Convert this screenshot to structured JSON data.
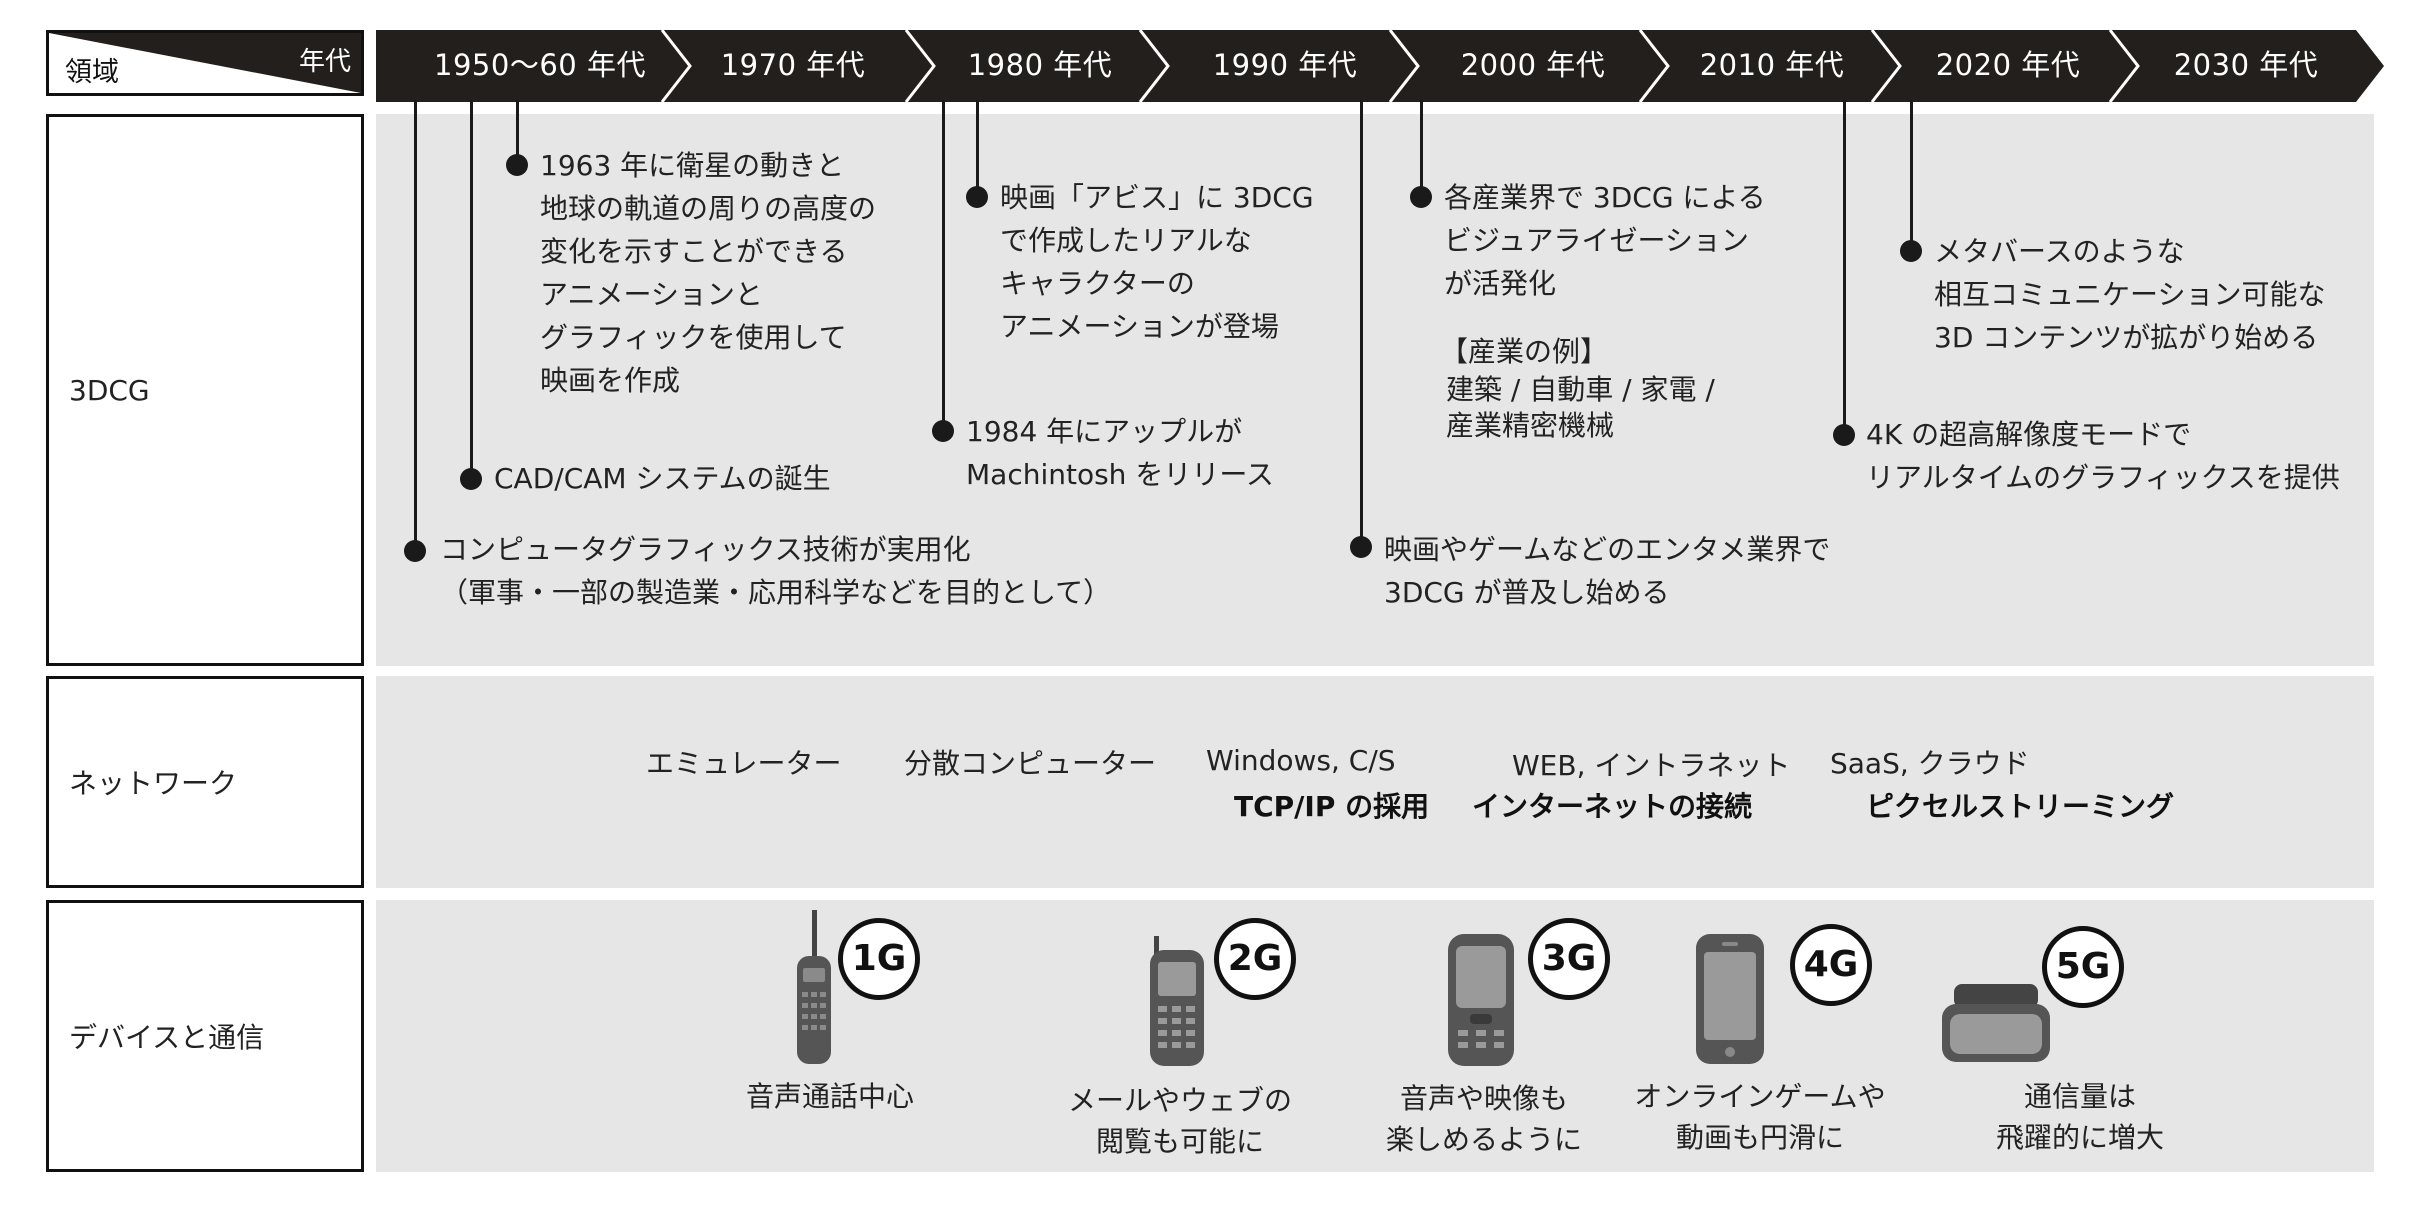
{
  "header": {
    "corner_top": "年代",
    "corner_bottom": "領域",
    "eras": [
      "1950〜60 年代",
      "1970 年代",
      "1980 年代",
      "1990 年代",
      "2000 年代",
      "2010 年代",
      "2020 年代",
      "2030 年代"
    ]
  },
  "rows": {
    "cg": "3DCG",
    "network": "ネットワーク",
    "device": "デバイスと通信"
  },
  "events": {
    "e1963": "1963 年に衛星の動きと\n地球の軌道の周りの高度の\n変化を示すことができる\nアニメーションと\nグラフィックを使用して\n映画を作成",
    "cadcam": "CAD/CAM システムの誕生",
    "cg_practical": "コンピュータグラフィックス技術が実用化\n（軍事・一部の製造業・応用科学などを目的として）",
    "abyss": "映画「アビス」に 3DCG\nで作成したリアルな\nキャラクターの\nアニメーションが登場",
    "apple": "1984 年にアップルが\nMachintosh をリリース",
    "entertainment": "映画やゲームなどのエンタメ業界で\n3DCG が普及し始める",
    "industry": "各産業界で 3DCG による\nビジュアライゼーション\nが活発化",
    "industry_example_title": "【産業の例】",
    "industry_example_body": "建築 / 自動車 / 家電 /\n産業精密機械",
    "metaverse": "メタバースのような\n相互コミュニケーション可能な\n3D コンテンツが拡がり始める",
    "fourk": "4K の超高解像度モードで\nリアルタイムのグラフィックスを提供"
  },
  "network": {
    "emulator": "エミュレーター",
    "distributed": "分散コンピューター",
    "windows": "Windows, C/S",
    "web": "WEB, イントラネット",
    "saas": "SaaS, クラウド",
    "tcpip": "TCP/IP の採用",
    "internet": "インターネットの接続",
    "pixel": "ピクセルストリーミング"
  },
  "devices": [
    {
      "gen": "1G",
      "caption": "音声通話中心"
    },
    {
      "gen": "2G",
      "caption": "メールやウェブの\n閲覧も可能に"
    },
    {
      "gen": "3G",
      "caption": "音声や映像も\n楽しめるように"
    },
    {
      "gen": "4G",
      "caption": "オンラインゲームや\n動画も円滑に"
    },
    {
      "gen": "5G",
      "caption": "通信量は\n飛躍的に増大"
    }
  ],
  "colors": {
    "header": "#231f1c",
    "panel": "#e6e6e6",
    "ink": "#1a1a1a"
  }
}
